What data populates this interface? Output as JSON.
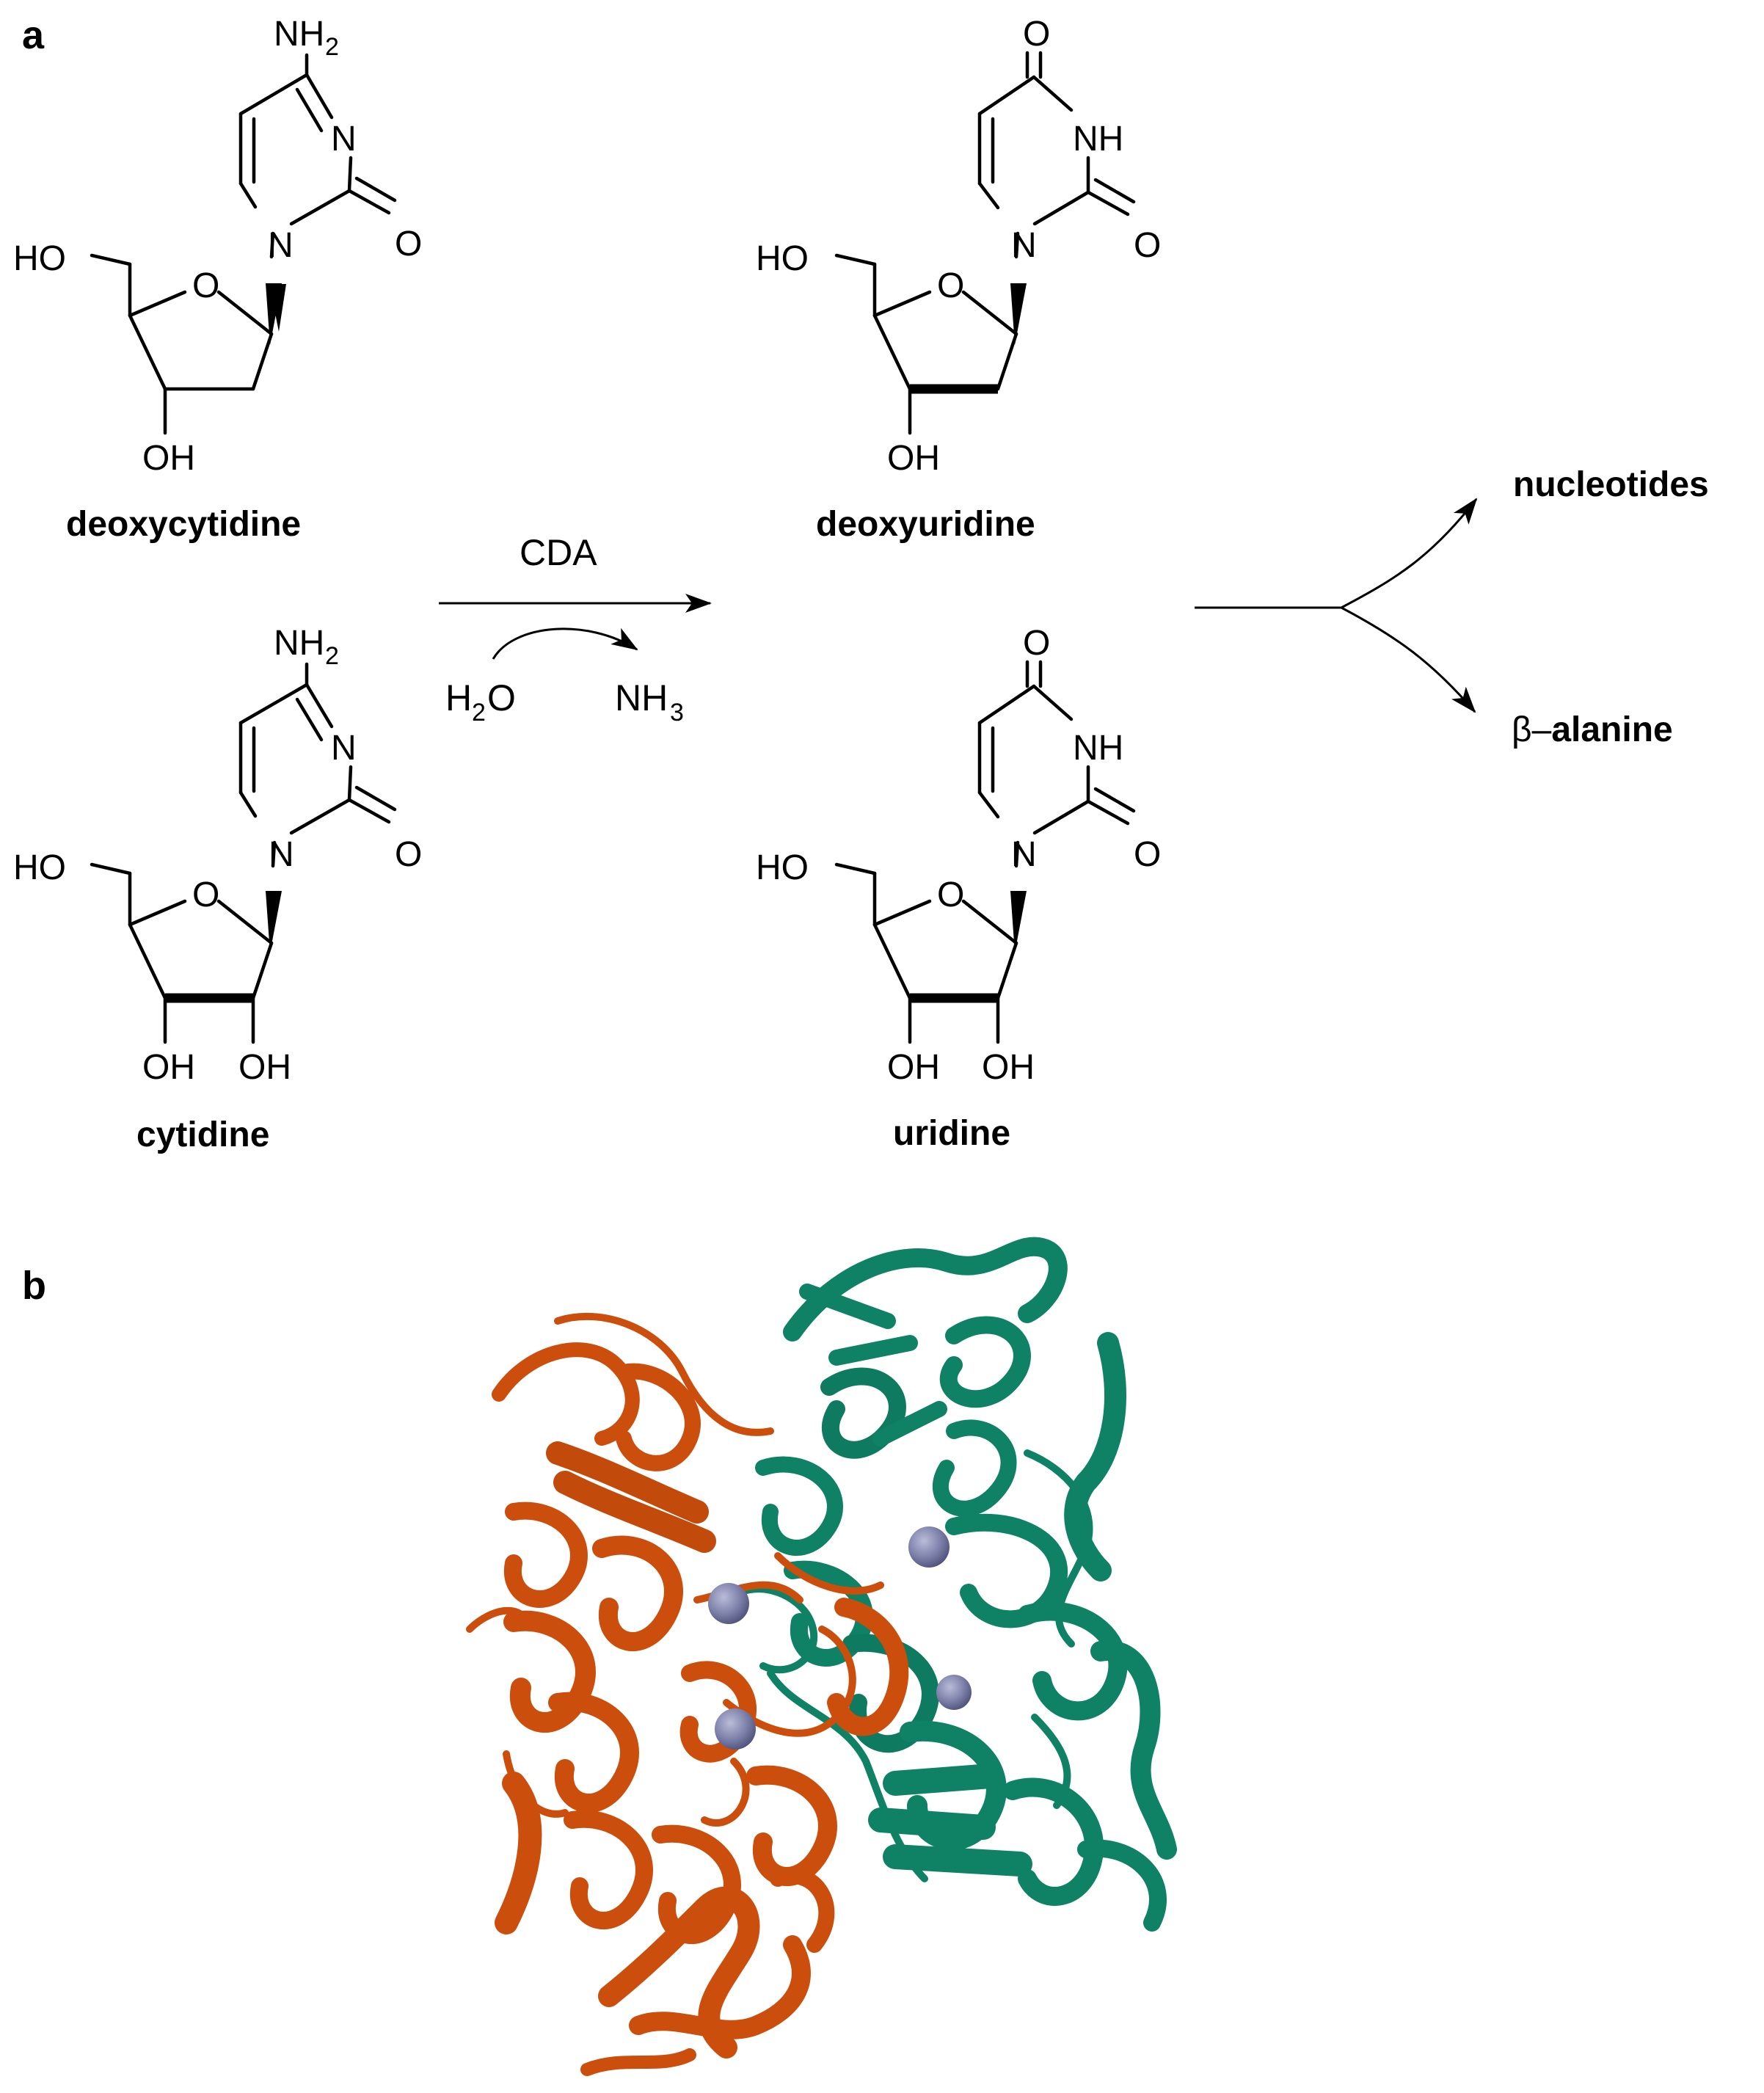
{
  "panels": {
    "a": "a",
    "b": "b"
  },
  "molecules": {
    "deoxycytidine": {
      "name": "deoxycytidine",
      "nh2": "NH",
      "nh2_sub": "2",
      "n3": "N",
      "o2": "O",
      "n1": "N",
      "o_ring": "O",
      "ho5": "HO",
      "oh3": "OH"
    },
    "cytidine": {
      "name": "cytidine",
      "nh2": "NH",
      "nh2_sub": "2",
      "n3": "N",
      "o2": "O",
      "n1": "N",
      "o_ring": "O",
      "ho5": "HO",
      "oh3": "OH",
      "oh2": "OH"
    },
    "deoxyuridine": {
      "name": "deoxyuridine",
      "o4": "O",
      "nh3": "NH",
      "o2": "O",
      "n1": "N",
      "o_ring": "O",
      "ho5": "HO",
      "oh3": "OH"
    },
    "uridine": {
      "name": "uridine",
      "o4": "O",
      "nh3": "NH",
      "o2": "O",
      "n1": "N",
      "o_ring": "O",
      "ho5": "HO",
      "oh3": "OH",
      "oh2": "OH"
    }
  },
  "reaction": {
    "enzyme": "CDA",
    "reactant_main": "H",
    "reactant_sub": "2",
    "reactant_tail": "O",
    "product_main": "NH",
    "product_sub": "3"
  },
  "products": {
    "top": "nucleotides",
    "bottom_prefix": "β–",
    "bottom": "alanine"
  },
  "protein": {
    "chain_a_color": "#cc4e0c",
    "chain_b_color": "#0f8266",
    "metal_ion_color": "#7b7fa8",
    "metal_ion_count": 4
  }
}
